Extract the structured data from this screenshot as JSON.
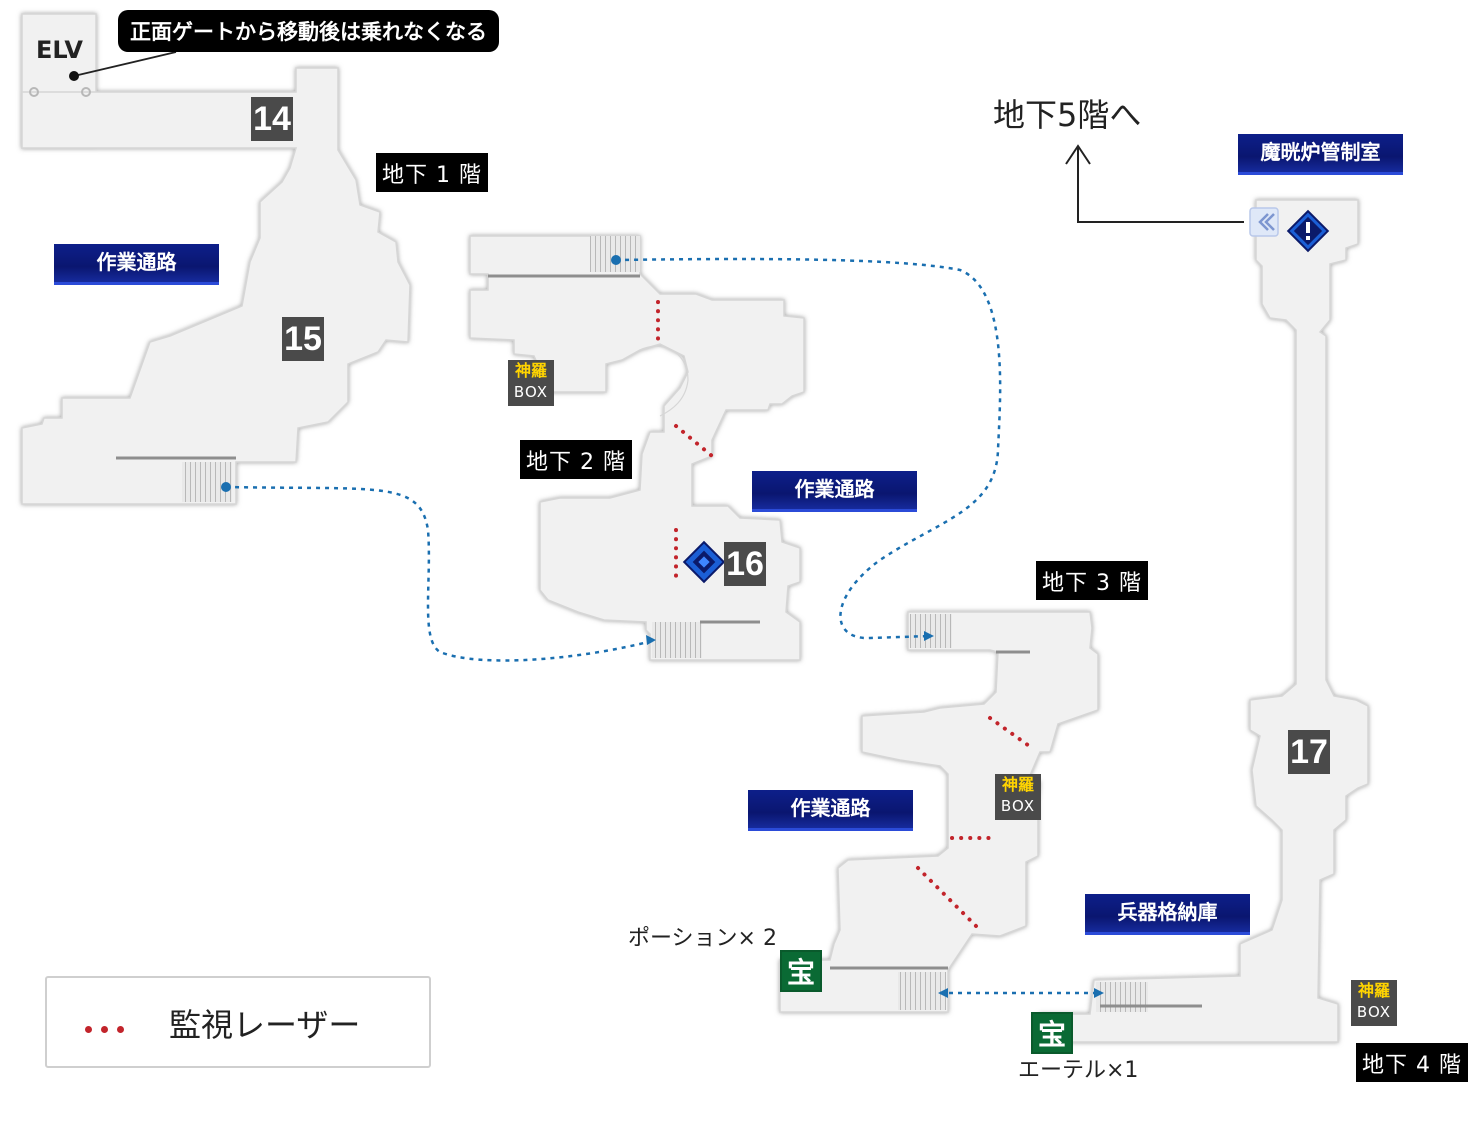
{
  "floors": {
    "b1": "地下 1 階",
    "b2": "地下 2 階",
    "b3": "地下 3 階",
    "b4": "地下 4 階"
  },
  "areas": {
    "work_passage_1": "作業通路",
    "work_passage_2": "作業通路",
    "work_passage_3": "作業通路",
    "reactor_control": "魔晄炉管制室",
    "weapon_storage": "兵器格納庫"
  },
  "markers": [
    "14",
    "15",
    "16",
    "17"
  ],
  "shinra_box": {
    "top": "神羅",
    "bottom": "BOX"
  },
  "treasure_symbol": "宝",
  "items": {
    "potion": "ポーション× 2",
    "ether": "エーテル×1"
  },
  "elevator": "ELV",
  "elevator_note": "正面ゲートから移動後は乗れなくなる",
  "exit_label": "地下5階へ",
  "legend_label": "監視レーザー",
  "colors": {
    "laser": "#c2242b",
    "path": "#1a6fb0",
    "floor_fill": "#f0f0f0",
    "area_label": "#0a1670",
    "treasure": "#0a6a34",
    "box_text": "#ffd400"
  }
}
